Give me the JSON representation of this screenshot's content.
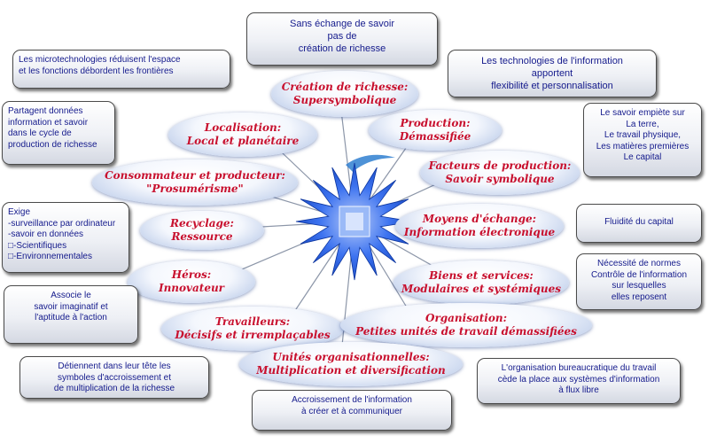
{
  "center": {
    "star_color": "#1f5ce8"
  },
  "ellipses": [
    {
      "id": "creation-richesse",
      "title": "Création de richesse:",
      "subtitle": "Supersymbolique"
    },
    {
      "id": "localisation",
      "title": "Localisation:",
      "subtitle": "Local et planétaire"
    },
    {
      "id": "production",
      "title": "Production:",
      "subtitle": "Démassifiée"
    },
    {
      "id": "consommateur-producteur",
      "title": "Consommateur et producteur:",
      "subtitle": "\"Prosumérisme\""
    },
    {
      "id": "facteurs-production",
      "title": "Facteurs de production:",
      "subtitle": "Savoir symbolique"
    },
    {
      "id": "recyclage",
      "title": "Recyclage:",
      "subtitle": "Ressource"
    },
    {
      "id": "moyens-echange",
      "title": "Moyens d'échange:",
      "subtitle": "Information électronique"
    },
    {
      "id": "heros",
      "title": "Héros:",
      "subtitle": "Innovateur"
    },
    {
      "id": "biens-services",
      "title": "Biens et services:",
      "subtitle": "Modulaires et systémiques"
    },
    {
      "id": "travailleurs",
      "title": "Travailleurs:",
      "subtitle": "Décisifs et irremplaçables"
    },
    {
      "id": "organisation",
      "title": "Organisation:",
      "subtitle": "Petites unités de travail démassifiées"
    },
    {
      "id": "unites-organisationnelles",
      "title": "Unités organisationnelles:",
      "subtitle": "Multiplication et diversification"
    }
  ],
  "boxes": [
    {
      "id": "sans-echange",
      "text": "Sans échange de savoir\npas de\ncréation de richesse"
    },
    {
      "id": "microtechnologies",
      "text": "Les microtechnologies réduisent l'espace\net les fonctions débordent les frontières"
    },
    {
      "id": "technologies-information",
      "text": "Les technologies de l'information\napportent\nflexibilité et personnalisation"
    },
    {
      "id": "partagent",
      "text": "Partagent données\ninformation et savoir\ndans le cycle de\nproduction de richesse"
    },
    {
      "id": "savoir-empiete",
      "text": "Le savoir empiète sur\nLa terre,\nLe travail physique,\nLes matières premières\nLe capital"
    },
    {
      "id": "exige",
      "text": "Exige\n-surveillance par ordinateur\n-savoir en données\n□-Scientifiques\n□-Environnementales"
    },
    {
      "id": "fluidite",
      "text": "Fluidité du capital"
    },
    {
      "id": "necessite",
      "text": "Nécessité de normes\nContrôle de l'information\nsur lesquelles\nelles reposent"
    },
    {
      "id": "associe",
      "text": "Associe le\nsavoir imaginatif et\nl'aptitude à l'action"
    },
    {
      "id": "detiennent",
      "text": "Détiennent dans leur tête les\nsymboles d'accroissement et\nde multiplication de la richesse"
    },
    {
      "id": "organisation-bureaucratique",
      "text": "L'organisation bureaucratique du travail\ncède la place aux systèmes d'information\nà flux libre"
    },
    {
      "id": "accroissement",
      "text": "Accroissement de l'information\nà créer et à communiquer"
    }
  ]
}
